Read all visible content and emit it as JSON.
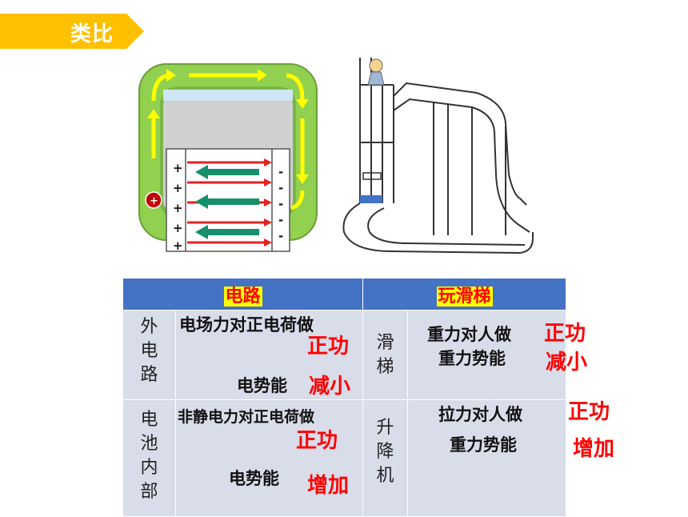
{
  "title_tag": "类比",
  "circuit_figure": {
    "plus_sign": "+",
    "minus_sign": "-",
    "charge_label": "+"
  },
  "table": {
    "col_circuit": "电路",
    "col_slide": "玩滑梯",
    "row1": {
      "left_label": "外电路",
      "left_l1": "电场力对正电荷做",
      "left_r1": "正功",
      "left_l2": "电势能",
      "left_r2": "减小",
      "mid_label": "滑梯",
      "right_l1": "重力对人做",
      "right_r1": "正功",
      "right_l2": "重力势能",
      "right_r2": "减小"
    },
    "row2": {
      "left_label": "电池内部",
      "left_l1": "非静电力对正电荷做",
      "left_r1": "正功",
      "left_l2": "电势能",
      "left_r2": "增加",
      "mid_label": "升降机",
      "right_l1": "拉力对人做",
      "right_r1": "正功",
      "right_l2": "重力势能",
      "right_r2": "增加"
    }
  },
  "colors": {
    "tag": "#ffc000",
    "header": "#4472c4",
    "cell": "#d9dce9",
    "accent_red": "#ff0000",
    "circuit_green": "#92d050"
  }
}
